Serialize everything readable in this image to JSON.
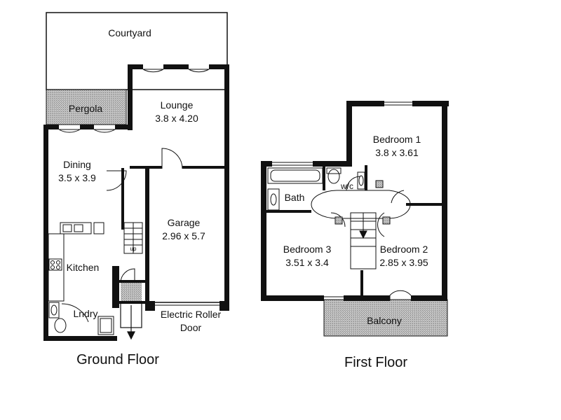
{
  "ground_floor": {
    "title": "Ground Floor",
    "rooms": {
      "courtyard": {
        "name": "Courtyard"
      },
      "pergola": {
        "name": "Pergola"
      },
      "lounge": {
        "name": "Lounge",
        "size": "3.8 x 4.20"
      },
      "dining": {
        "name": "Dining",
        "size": "3.5 x 3.9"
      },
      "garage": {
        "name": "Garage",
        "size": "2.96 x 5.7"
      },
      "kitchen": {
        "name": "Kitchen"
      },
      "laundry": {
        "name": "Lndry"
      },
      "door": {
        "line1": "Electric Roller",
        "line2": "Door"
      }
    },
    "stair_mark": "up"
  },
  "first_floor": {
    "title": "First Floor",
    "rooms": {
      "bedroom1": {
        "name": "Bedroom 1",
        "size": "3.8 x 3.61"
      },
      "bedroom2": {
        "name": "Bedroom 2",
        "size": "2.85 x 3.95"
      },
      "bedroom3": {
        "name": "Bedroom 3",
        "size": "3.51 x 3.4"
      },
      "bath": {
        "name": "Bath"
      },
      "wc": {
        "name": "w/c"
      },
      "balcony": {
        "name": "Balcony"
      }
    }
  },
  "colors": {
    "wall": "#111111",
    "hatch": "#9a9a9a",
    "paper": "#ffffff"
  }
}
